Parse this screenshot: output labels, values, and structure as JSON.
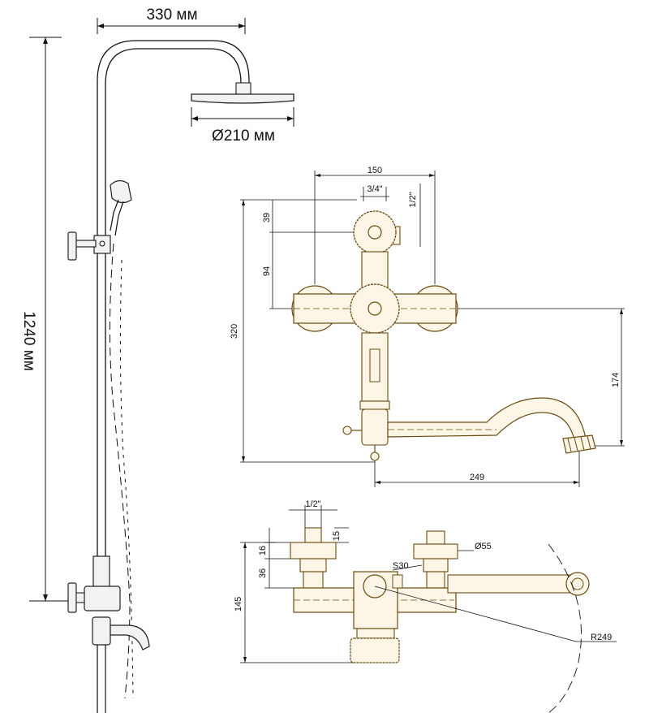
{
  "shower_system": {
    "arm_length": "330 мм",
    "head_diameter": "Ø210 мм",
    "total_height": "1240 мм"
  },
  "front_view": {
    "width_top": "150",
    "thread_top": "3/4\"",
    "thread_side": "1/2\"",
    "offset_39": "39",
    "offset_94": "94",
    "height_320": "320",
    "height_174": "174",
    "spout_reach": "249"
  },
  "top_view": {
    "thread_half": "1/2\"",
    "dim_15": "15",
    "dim_16": "16",
    "dim_36": "36",
    "dim_145": "145",
    "diameter_55": "Ø55",
    "key_s30": "S30",
    "radius": "R249"
  }
}
